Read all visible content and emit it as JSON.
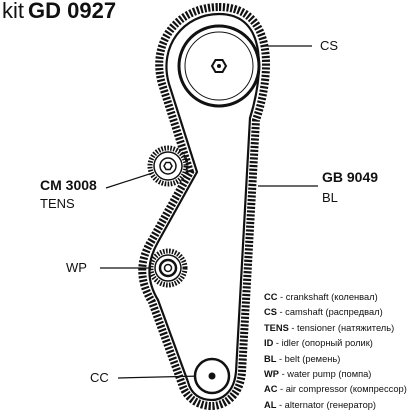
{
  "kit": {
    "prefix": "kit",
    "code": "GD 0927"
  },
  "callouts": {
    "cs_top": "CS",
    "gb_code": "GB 9049",
    "bl": "BL",
    "cm_code": "CM 3008",
    "tens": "TENS",
    "wp": "WP",
    "cc_bottom": "CC"
  },
  "legend": [
    {
      "abbr": "CC",
      "desc": " - crankshaft (коленвал)"
    },
    {
      "abbr": "CS",
      "desc": " - camshaft (распредвал)"
    },
    {
      "abbr": "TENS",
      "desc": " - tensioner (натяжитель)"
    },
    {
      "abbr": "ID",
      "desc": " - idler (опорный ролик)"
    },
    {
      "abbr": "BL",
      "desc": " - belt (ремень)"
    },
    {
      "abbr": "WP",
      "desc": " - water pump (помпа)"
    },
    {
      "abbr": "AC",
      "desc": " - air compressor (компрессор)"
    },
    {
      "abbr": "AL",
      "desc": " - alternator (генератор)"
    }
  ],
  "colors": {
    "ink": "#111111",
    "paper": "#ffffff"
  }
}
